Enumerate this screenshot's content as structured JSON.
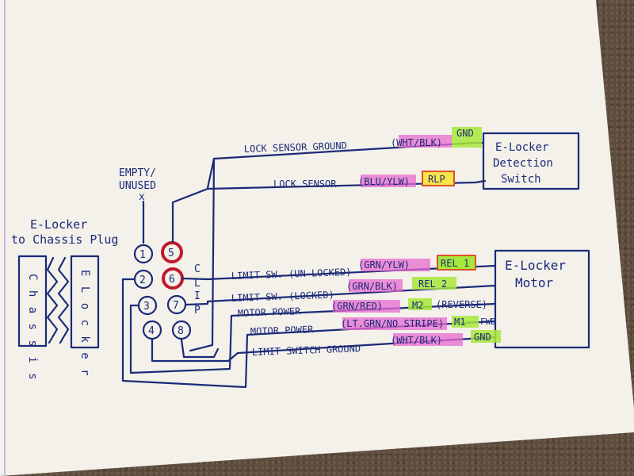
{
  "title": {
    "line1": "E-Locker",
    "line2": "to Chassis Plug"
  },
  "plug_halves": {
    "chassis": "C h a s s i s",
    "elocker": "E L o c k e r"
  },
  "empty_unused": {
    "line1": "EMPTY/",
    "line2": "UNUSED"
  },
  "pins": [
    "1",
    "2",
    "3",
    "4",
    "5",
    "6",
    "7",
    "8"
  ],
  "clip_label": [
    "C",
    "L",
    "I",
    "P"
  ],
  "boxes": {
    "detection": [
      "E-Locker",
      "Detection",
      "Switch"
    ],
    "motor": [
      "E-Locker",
      "Motor"
    ]
  },
  "wires": [
    {
      "label": "LOCK SENSOR GROUND",
      "color": "(WHT/BLK)",
      "dest": "GND"
    },
    {
      "label": "LOCK SENSOR",
      "color": "(BLU/YLW)",
      "dest": "RLP"
    },
    {
      "label": "LIMIT SW. (UN-LOCKED)",
      "color": "(GRN/YLW)",
      "dest": "REL 1"
    },
    {
      "label": "LIMIT SW. (LOCKED)",
      "color": "(GRN/BLK)",
      "dest": "REL 2"
    },
    {
      "label": "MOTOR POWER",
      "color": "(GRN/RED)",
      "dest": "M2",
      "note": "(REVERSE)"
    },
    {
      "label": "MOTOR POWER",
      "color": "(LT.GRN/NO STRIPE)",
      "dest": "M1",
      "note": "FWD"
    },
    {
      "label": "LIMIT SWITCH GROUND",
      "color": "(WHT/BLK)",
      "dest": "GND"
    }
  ],
  "colors": {
    "ink": "#1c2a78",
    "magenta_highlight": "#e86ad0",
    "green_highlight": "#a6e83a",
    "red_circle": "#c0182c",
    "orange_box": "#e0502a"
  }
}
